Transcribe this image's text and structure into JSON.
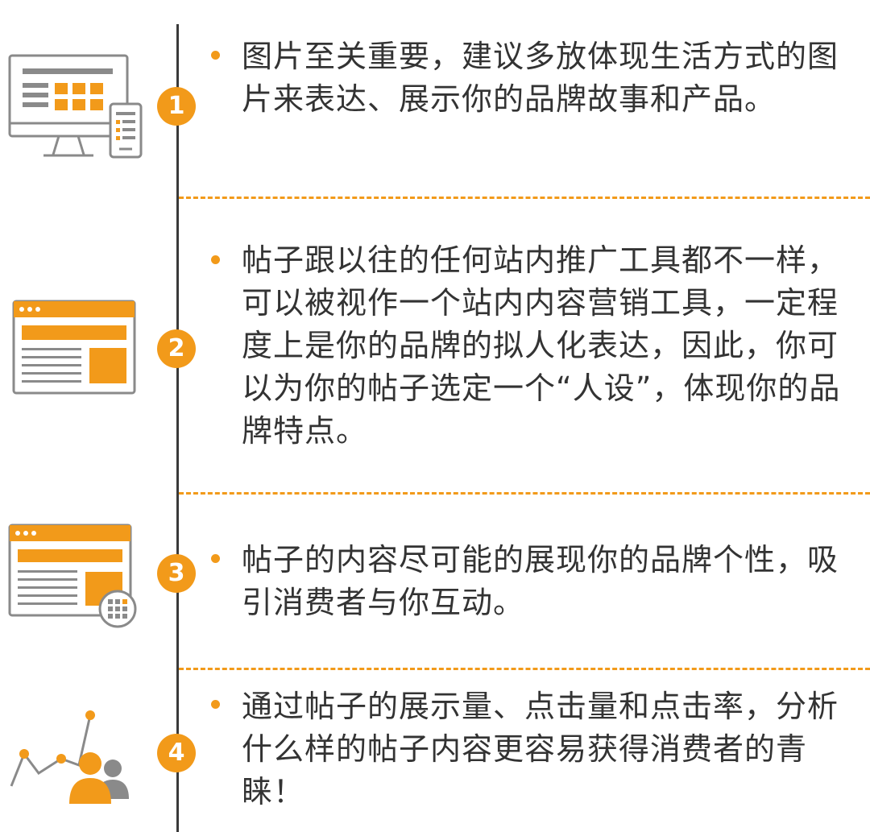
{
  "items": [
    {
      "number": "1",
      "text": "图片至关重要，建议多放体现生活方式的图片来表达、展示你的品牌故事和产品。",
      "icon": "desktop-mobile-icon"
    },
    {
      "number": "2",
      "text": "帖子跟以往的任何站内推广工具都不一样，可以被视作一个站内内容营销工具，一定程度上是你的品牌的拟人化表达，因此，你可以为你的帖子选定一个“人设”，体现你的品牌特点。",
      "icon": "webpage-icon"
    },
    {
      "number": "3",
      "text": "帖子的内容尽可能的展现你的品牌个性，吸引消费者与你互动。",
      "icon": "webpage-grid-icon"
    },
    {
      "number": "4",
      "text": "通过帖子的展示量、点击量和点击率，分析什么样的帖子内容更容易获得消费者的青睐！",
      "icon": "analytics-users-icon"
    }
  ],
  "colors": {
    "accent": "#f29a1a",
    "line": "#3a3a3a",
    "text": "#333333",
    "icon_outline": "#8a8a8a"
  }
}
